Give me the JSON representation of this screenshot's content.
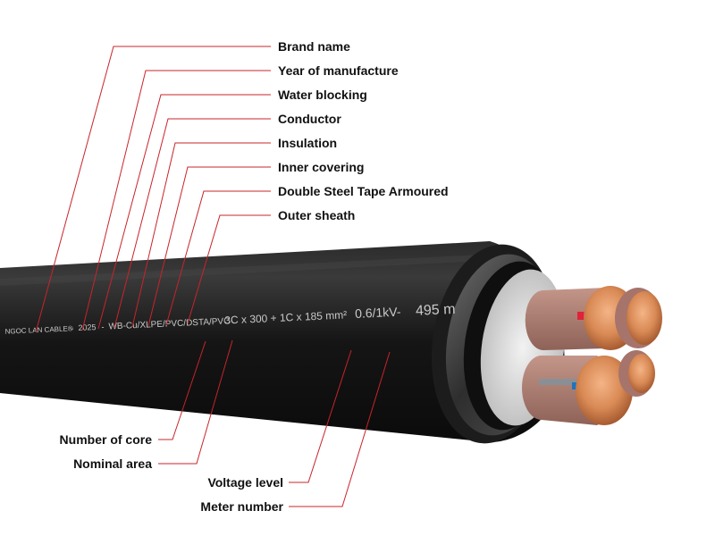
{
  "colors": {
    "leader_line": "#c8242b",
    "sheath": "#161616",
    "armour": "#3e3e3e",
    "copper": "#c9784a",
    "insulation": "#b07e6d",
    "red_stripe": "#e0223a",
    "blue_stripe": "#1b73c4"
  },
  "cable_marking": {
    "brand": "NGOC LAN CABLE®",
    "year": "2025",
    "construction": "WB-Cu/XLPE/PVC/DSTA/PVC",
    "cores_and_area": "3C x 300 + 1C x 185 mm²",
    "voltage": "0.6/1kV-",
    "meter": "495 m"
  },
  "labels": {
    "brand_name": "Brand name",
    "year_of_manufacture": "Year of manufacture",
    "water_blocking": "Water blocking",
    "conductor": "Conductor",
    "insulation": "Insulation",
    "inner_covering": "Inner covering",
    "double_steel_tape": "Double Steel Tape Armoured",
    "outer_sheath": "Outer sheath",
    "number_of_core": "Number of core",
    "nominal_area": "Nominal area",
    "voltage_level": "Voltage level",
    "meter_number": "Meter number"
  }
}
